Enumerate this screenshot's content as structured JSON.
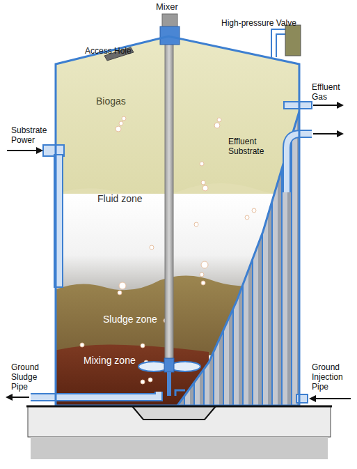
{
  "diagram": {
    "nodes": [
      {
        "text": [
          "Mixer"
        ]
      },
      {
        "text": [
          "Biogas"
        ]
      },
      {
        "text": [
          "Fluid zone"
        ]
      },
      {
        "text": [
          "Sludge zone"
        ]
      },
      {
        "text": [
          "Mixing zone"
        ]
      }
    ],
    "labels": [
      "High-pressure Valve",
      "Access Hole",
      "Substrate Power",
      "Effluent Gas",
      "Effluent Substrate",
      "Ground Sludge Pipe",
      "Ground Injection Pipe"
    ]
  }
}
